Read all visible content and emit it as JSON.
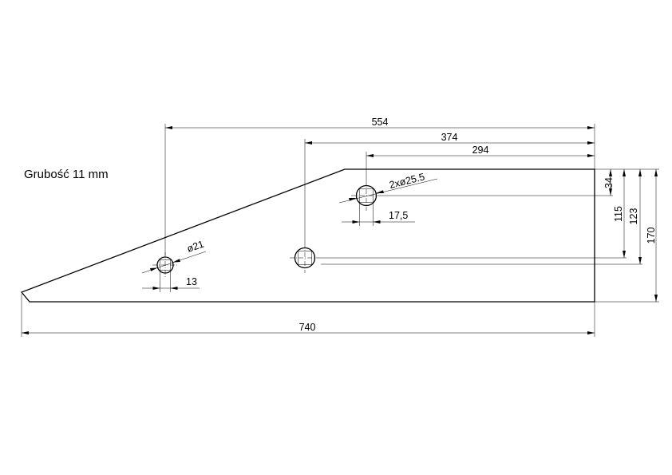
{
  "note": {
    "thickness_label": "Grubość 11 mm"
  },
  "dimensions": {
    "overall_length": "740",
    "small_hole_distance": "554",
    "middle_hole_distance": "374",
    "upper_hole_distance": "294",
    "upper_hole_offset": "34",
    "lower_holes_offset": "115",
    "bevel_height": "123",
    "total_height": "170",
    "small_hole_square": "13",
    "upper_hole_square": "17,5",
    "small_hole_diameter": "ø21",
    "upper_holes_diameter": "2xø25.5"
  },
  "colors": {
    "line": "#000000",
    "background": "#ffffff"
  }
}
